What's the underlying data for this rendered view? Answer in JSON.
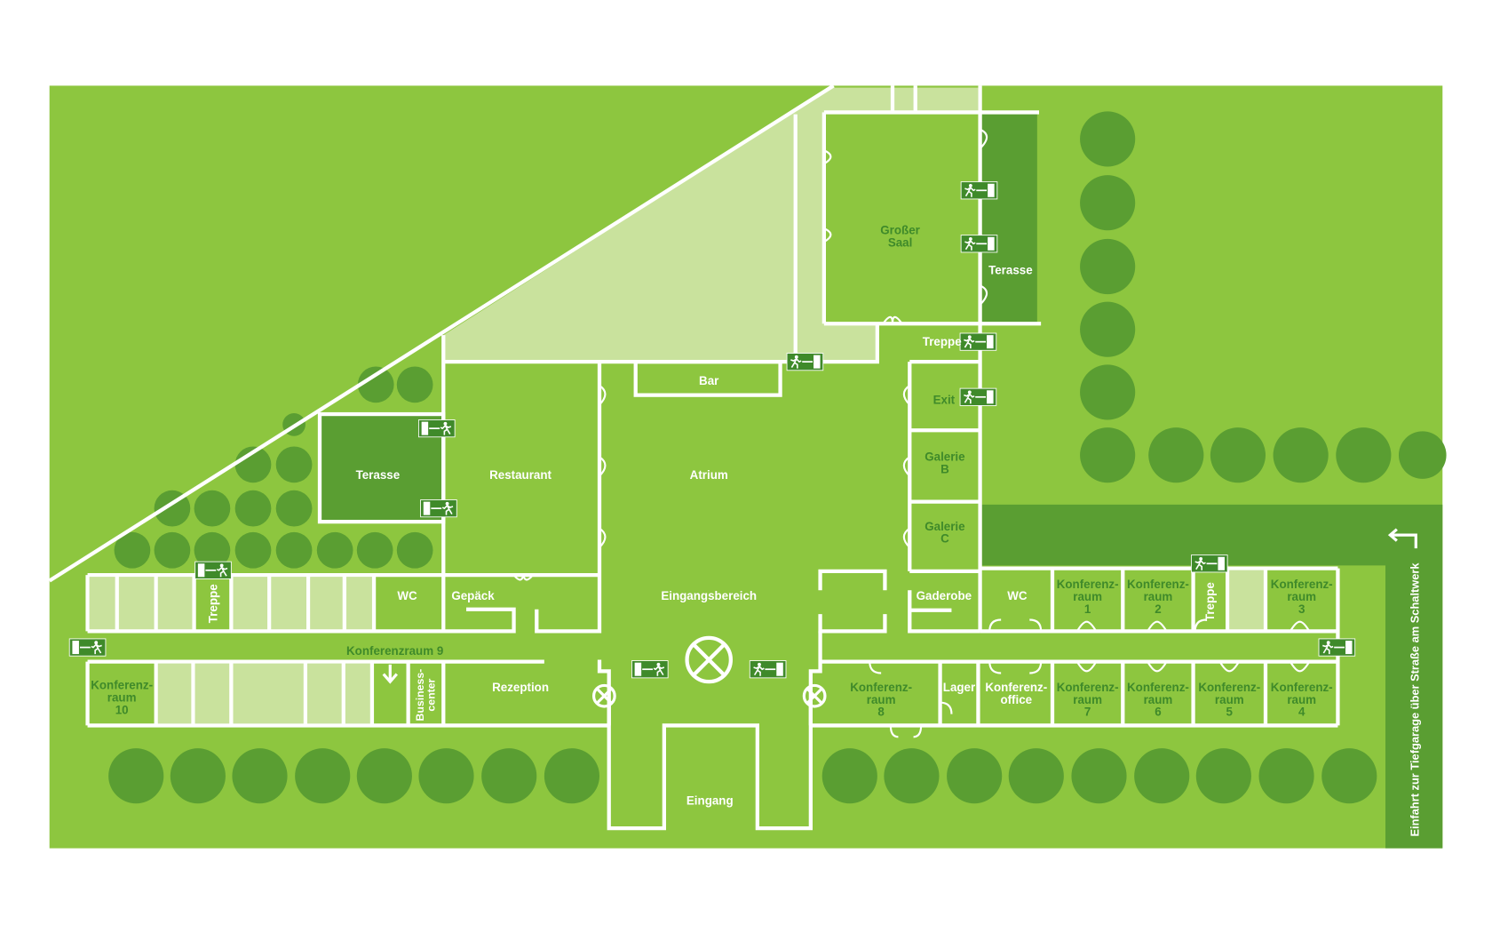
{
  "colors": {
    "grass": "#8dc63f",
    "dark_green": "#5a9e32",
    "light_green": "#c9e29d",
    "wall": "#ffffff",
    "label_dark": "#3f8a2a"
  },
  "rooms": {
    "grosser_saal": [
      "Großer",
      "Saal"
    ],
    "terasse_east": "Terasse",
    "treppe_north": "Treppe",
    "exit": "Exit",
    "galerie_b": [
      "Galerie",
      "B"
    ],
    "galerie_c": [
      "Galerie",
      "C"
    ],
    "bar": "Bar",
    "terasse_west": "Terasse",
    "restaurant": "Restaurant",
    "atrium": "Atrium",
    "eingangsbereich": "Eingangsbereich",
    "gaderobe": "Gaderobe",
    "wc_east": "WC",
    "konf1": [
      "Konferenz-",
      "raum",
      "1"
    ],
    "konf2": [
      "Konferenz-",
      "raum",
      "2"
    ],
    "treppe_east": "Treppe",
    "konf3": [
      "Konferenz-",
      "raum",
      "3"
    ],
    "treppe_west": "Treppe",
    "wc_west": "WC",
    "gepaeck": "Gepäck",
    "konf9": "Konferenzraum 9",
    "konf10": [
      "Konferenz-",
      "raum",
      "10"
    ],
    "business": [
      "Business-",
      "center"
    ],
    "rezeption": "Rezeption",
    "konf8": [
      "Konferenz-",
      "raum",
      "8"
    ],
    "lager": "Lager",
    "konf_office": [
      "Konferenz-",
      "office"
    ],
    "konf7": [
      "Konferenz-",
      "raum",
      "7"
    ],
    "konf6": [
      "Konferenz-",
      "raum",
      "6"
    ],
    "konf5": [
      "Konferenz-",
      "raum",
      "5"
    ],
    "konf4": [
      "Konferenz-",
      "raum",
      "4"
    ],
    "eingang": "Eingang"
  },
  "road_label": "Einfahrt zur Tiefgarage über Straße am Schaltwerk",
  "icons": {
    "emergency_exit": "emergency-exit-sign-icon",
    "lamp": "lamp-cross-circle-icon",
    "turn_arrow": "turn-left-arrow-icon",
    "down_arrow": "down-arrow-icon"
  }
}
